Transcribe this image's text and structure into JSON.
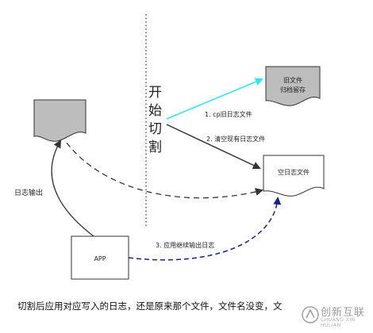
{
  "diagram": {
    "divider_label": [
      "开",
      "始",
      "切",
      "割"
    ],
    "old_file_label_line1": "旧文件",
    "old_file_label_line2": "归档留存",
    "empty_log_label": "空日志文件",
    "app_label": "APP",
    "log_output_label": "日志输出",
    "step1_label": "1. cp旧日志文件",
    "step2_label": "2. 清空现有日志文件",
    "step3_label": "3. 应用继续输出日志",
    "colors": {
      "step1_arrow": "#2ee6ee",
      "step2_arrow": "#333333",
      "step3_arrow": "#1a237e",
      "old_doc_fill": "#bdbdbd",
      "empty_doc_fill": "#ffffff",
      "divider": "#444444"
    }
  },
  "caption": "切割后应用对应写入的日志，还是原来那个文件，文件名没变，文",
  "watermark": {
    "title": "创新互联",
    "subtitle": "CHUANG XIN HULIAN"
  }
}
